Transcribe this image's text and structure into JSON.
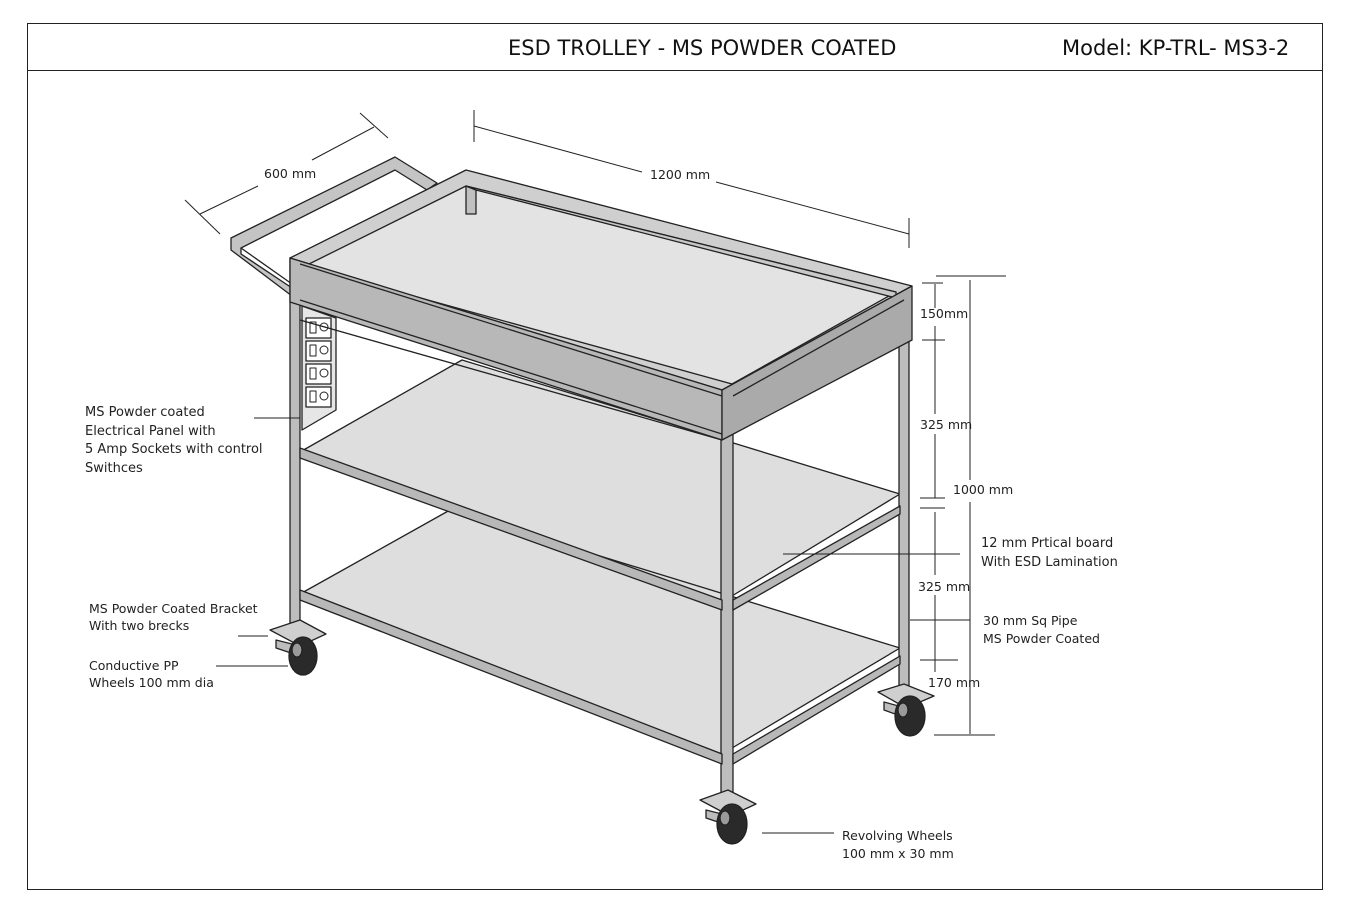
{
  "header": {
    "title": "ESD TROLLEY  - MS POWDER COATED",
    "model": "Model: KP-TRL- MS3-2"
  },
  "dimensions": {
    "width": "600 mm",
    "length": "1200 mm",
    "top_height": "150mm",
    "mid_gap_upper": "325 mm",
    "total_height": "1000 mm",
    "mid_gap_lower": "325 mm",
    "bottom_clearance": "170 mm"
  },
  "callouts": {
    "electrical_panel": [
      "MS Powder coated",
      "Electrical Panel with",
      "5 Amp Sockets with control",
      "Swithces"
    ],
    "bracket": [
      "MS Powder Coated Bracket",
      "With two brecks"
    ],
    "wheels_pp": [
      "Conductive PP",
      "Wheels 100 mm dia"
    ],
    "board": [
      "12 mm Prtical board",
      "With ESD Lamination"
    ],
    "pipe": [
      "30 mm Sq Pipe",
      "MS Powder Coated"
    ],
    "revolving": [
      "Revolving Wheels",
      "100 mm x 30 mm"
    ]
  },
  "colors": {
    "frame": "#b8b8b8",
    "shelf": "#dedede",
    "line": "#222222",
    "wheel": "#2a2a2a"
  }
}
